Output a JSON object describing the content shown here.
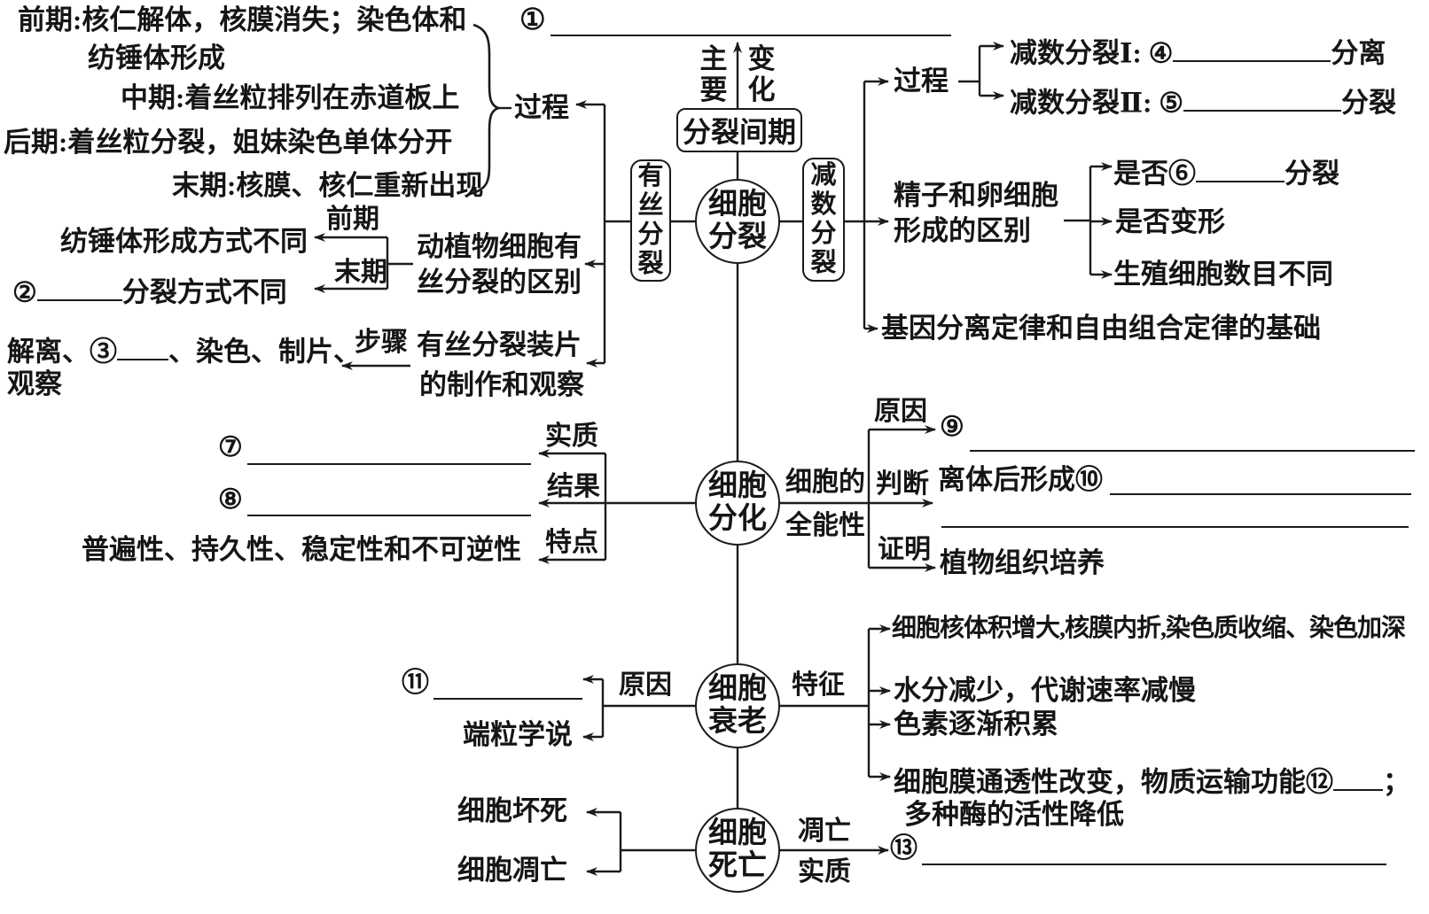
{
  "palette": {
    "ink": "#1b1b1b",
    "background": "#ffffff"
  },
  "top_left_phases": {
    "line1": "前期:核仁解体，核膜消失；染色体和",
    "line2": "纺锤体形成",
    "line3": "中期:着丝粒排列在赤道板上",
    "line4": "后期:着丝粒分裂，姐妹染色单体分开",
    "line5": "末期:核膜、核仁重新出现",
    "process_label": "过程"
  },
  "axis": {
    "num1": "①",
    "main_label_top": "主要",
    "main_label_bottom": "变化",
    "interphase": "分裂间期",
    "mitosis_box": "有丝分裂",
    "meiosis_box": "减数分裂",
    "node_division": "细胞分裂",
    "node_differentiation": "细胞分化",
    "node_aging": "细胞衰老",
    "node_death": "细胞死亡"
  },
  "mitosis_left": {
    "spindle_diff": "纺锤体形成方式不同",
    "prophase_label": "前期",
    "telophase_label": "末期",
    "num2": "②",
    "division_mode_diff": "分裂方式不同",
    "diff_title_line1": "动植物细胞有",
    "diff_title_line2": "丝分裂的区别",
    "steps_pre": "解离、③",
    "steps_post": "、染色、制片、",
    "steps_line2": "观察",
    "steps_label": "步骤",
    "slide_title_line1": "有丝分裂装片",
    "slide_title_line2": "的制作和观察"
  },
  "meiosis_right": {
    "process_label": "过程",
    "m1_pre": "减数分裂Ⅰ: ④",
    "m1_post": "分离",
    "m2_pre": "减数分裂Ⅱ: ⑤",
    "m2_post": "分裂",
    "gamete_title_line1": "精子和卵细胞",
    "gamete_title_line2": "形成的区别",
    "q6_pre": "是否⑥",
    "q6_post": "分裂",
    "deform": "是否变形",
    "cell_count_diff": "生殖细胞数目不同",
    "law_basis": "基因分离定律和自由组合定律的基础"
  },
  "differentiation": {
    "num7": "⑦",
    "num8": "⑧",
    "essence_label": "实质",
    "result_label": "结果",
    "feature_label": "特点",
    "features_text": "普遍性、持久性、稳定性和不可逆性",
    "totipotency_line1": "细胞的",
    "totipotency_line2": "全能性",
    "reason_label": "原因",
    "num9": "⑨",
    "judge_label": "判断",
    "detached_text": "离体后形成⑩",
    "prove_label": "证明",
    "tissue_culture": "植物组织培养"
  },
  "aging": {
    "num11": "⑪",
    "telomere_theory": "端粒学说",
    "reason_label": "原因",
    "feature_label": "特征",
    "feature1": "细胞核体积增大,核膜内折,染色质收缩、染色加深",
    "feature2": "水分减少，代谢速率减慢",
    "feature3": "色素逐渐积累",
    "feature4_pre": "细胞膜通透性改变，物质运输功能⑫",
    "feature4_post": "；",
    "feature4_line2": "多种酶的活性降低"
  },
  "death": {
    "necrosis": "细胞坏死",
    "apoptosis": "细胞凋亡",
    "apoptosis_label": "凋亡",
    "essence_label": "实质",
    "num13": "⑬"
  }
}
